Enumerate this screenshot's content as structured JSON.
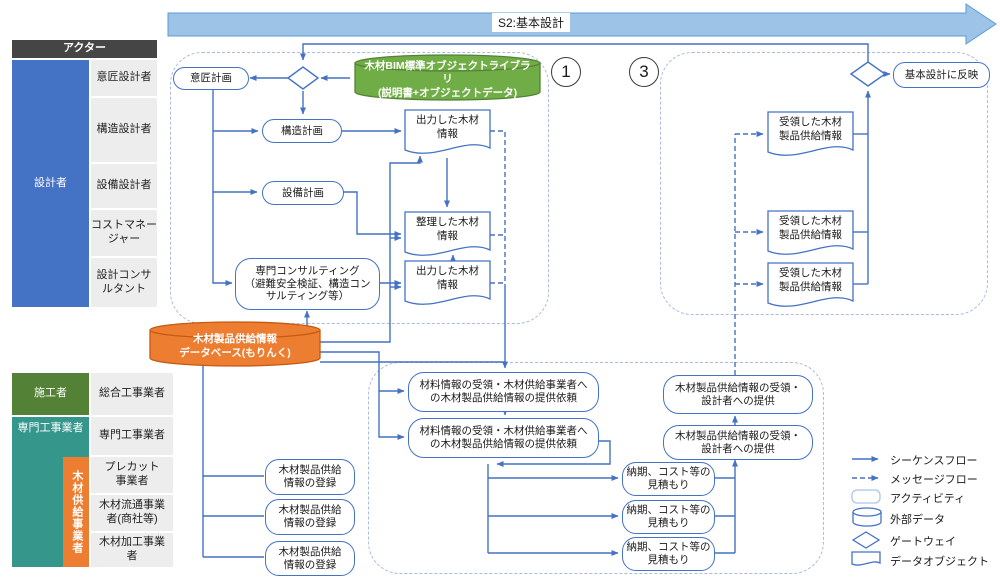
{
  "banner": {
    "label": "S2:基本設計"
  },
  "phase_markers": {
    "one": "1",
    "three": "3"
  },
  "actor_table_top": {
    "header": "アクター",
    "group": "設計者",
    "roles": [
      "意匠設計者",
      "構造設計者",
      "設備設計者",
      "コストマネー\nジャー",
      "設計コンサ\nルタント"
    ]
  },
  "actor_table_bottom": {
    "contractor_group": "施工者",
    "contractor_role": "総合工事業者",
    "specialist_group": "専門工事業者",
    "specialist_role": "専門工事業者",
    "supplier_group": "木材供給事業者",
    "supplier_roles": [
      "プレカット\n事業者",
      "木材流通事業\n者(商社等)",
      "木材加工事業\n者"
    ]
  },
  "datastores": {
    "bim_library": "木材BIM標準オブジェクトライブラリ\n(説明書+オブジェクトデータ)",
    "morinku_db": "木材製品供給情報\nデータベース(もりんく)"
  },
  "activities": {
    "design_plan": "意匠計画",
    "structure_plan": "構造計画",
    "mep_plan": "設備計画",
    "consulting": "専門コンサルティング\n（避難安全検証、構造コン\nサルティング等）",
    "reflect": "基本設計に反映",
    "request": "材料情報の受領・木材供給事業者へ\nの木材製品供給情報の提供依頼",
    "register": "木材製品供給\n情報の登録",
    "quote": "納期、コスト等の\n見積もり",
    "provide": "木材製品供給情報の受領・\n設計者への提供"
  },
  "documents": {
    "output_wood": "出力した木材\n情報",
    "organized_wood": "整理した木材\n情報",
    "received_supply": "受領した木材\n製品供給情報"
  },
  "legend": {
    "sequence": "シーケンスフロー",
    "message": "メッセージフロー",
    "activity": "アクティビティ",
    "external_data": "外部データ",
    "gateway": "ゲートウェイ",
    "data_object": "データオブジェクト"
  },
  "colors": {
    "flow_blue": "#4472C4",
    "banner_fill": "#9DC3E6",
    "library_green": "#70AD47",
    "db_orange": "#ED7D31",
    "designer_blue": "#4472C4",
    "contractor_green": "#538135",
    "specialist_teal": "#35978B",
    "header_gray": "#454545"
  }
}
